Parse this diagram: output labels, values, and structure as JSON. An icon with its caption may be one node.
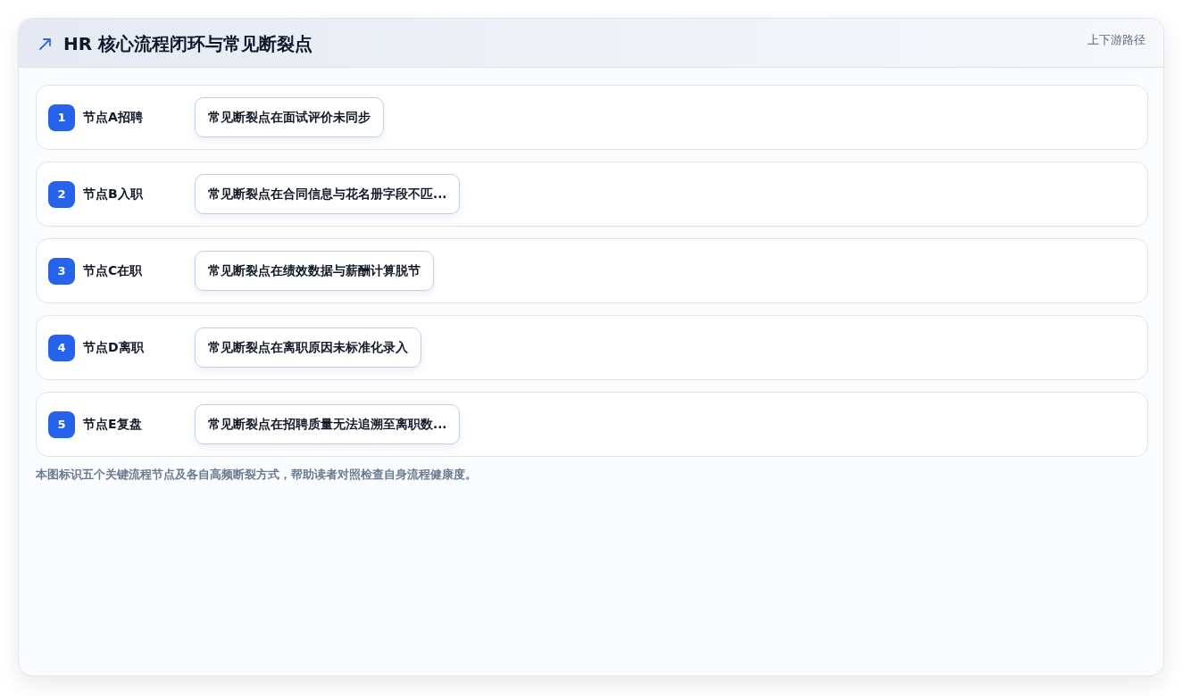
{
  "diagram": {
    "title": "HR 核心流程闭环与常见断裂点",
    "caption": "本图标识五个关键流程节点及各自高频断裂方式，帮助读者对照检查自身流程健康度。",
    "nodes": [
      {
        "text": [
          "节点A招聘"
        ]
      },
      {
        "text": [
          "1"
        ],
        "in": 0
      },
      {
        "text": [
          "常见断裂点在面试评价未同步"
        ],
        "in": 0
      },
      {
        "text": [
          "节点B入职"
        ]
      },
      {
        "text": [
          "2"
        ],
        "in": 3
      },
      {
        "text": [
          "常见断裂点在合同信息与花名册字段不匹..."
        ],
        "in": 3
      },
      {
        "text": [
          "节点C在职"
        ]
      },
      {
        "text": [
          "3"
        ],
        "in": 6
      },
      {
        "text": [
          "常见断裂点在绩效数据与薪酬计算脱节"
        ],
        "in": 6
      },
      {
        "text": [
          "节点D离职"
        ]
      },
      {
        "text": [
          "4"
        ],
        "in": 9
      },
      {
        "text": [
          "常见断裂点在离职原因未标准化录入"
        ],
        "in": 9
      },
      {
        "text": [
          "节点E复盘"
        ]
      },
      {
        "text": [
          "5"
        ],
        "in": 12
      },
      {
        "text": [
          "常见断裂点在招聘质量无法追溯至离职数..."
        ],
        "in": 12
      }
    ],
    "labels": [
      "上下游路径"
    ]
  }
}
